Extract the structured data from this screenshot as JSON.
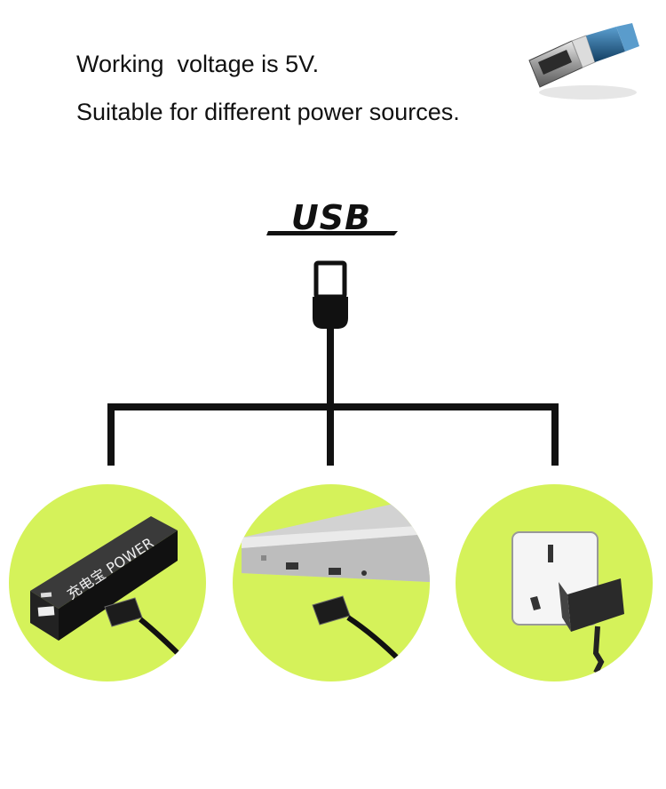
{
  "header": {
    "line1": "Working  voltage is 5V.",
    "line2": "Suitable for different power sources."
  },
  "logo": {
    "text": "USB"
  },
  "devices": [
    {
      "name": "power-bank",
      "label": "充电宝 POWER"
    },
    {
      "name": "laptop"
    },
    {
      "name": "wall-socket-adapter"
    }
  ],
  "colors": {
    "circle": "#d5f25a",
    "line": "#111111",
    "plug-blue": "#1e5d8c"
  }
}
